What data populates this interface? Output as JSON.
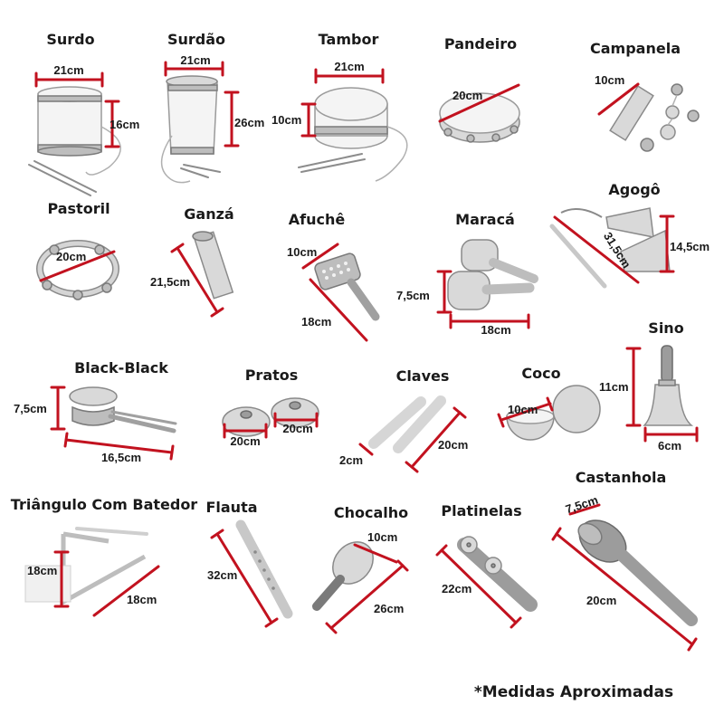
{
  "items": [
    {
      "name": "Surdo",
      "dims": [
        "21cm",
        "16cm"
      ]
    },
    {
      "name": "Surdão",
      "dims": [
        "21cm",
        "26cm"
      ]
    },
    {
      "name": "Tambor",
      "dims": [
        "21cm",
        "10cm"
      ]
    },
    {
      "name": "Pandeiro",
      "dims": [
        "20cm"
      ]
    },
    {
      "name": "Campanela",
      "dims": [
        "10cm"
      ]
    },
    {
      "name": "Pastoril",
      "dims": [
        "20cm"
      ]
    },
    {
      "name": "Ganzá",
      "dims": [
        "21,5cm"
      ]
    },
    {
      "name": "Afuchê",
      "dims": [
        "10cm",
        "18cm"
      ]
    },
    {
      "name": "Maracá",
      "dims": [
        "7,5cm",
        "18cm"
      ]
    },
    {
      "name": "Agogô",
      "dims": [
        "31,5cm",
        "14,5cm"
      ]
    },
    {
      "name": "Black-Black",
      "dims": [
        "7,5cm",
        "16,5cm"
      ]
    },
    {
      "name": "Pratos",
      "dims": [
        "20cm",
        "20cm"
      ]
    },
    {
      "name": "Claves",
      "dims": [
        "2cm",
        "20cm"
      ]
    },
    {
      "name": "Coco",
      "dims": [
        "10cm"
      ]
    },
    {
      "name": "Sino",
      "dims": [
        "11cm",
        "6cm"
      ]
    },
    {
      "name": "Triângulo Com Batedor",
      "dims": [
        "18cm",
        "18cm"
      ]
    },
    {
      "name": "Flauta",
      "dims": [
        "32cm"
      ]
    },
    {
      "name": "Chocalho",
      "dims": [
        "10cm",
        "26cm"
      ]
    },
    {
      "name": "Platinelas",
      "dims": [
        "22cm"
      ]
    },
    {
      "name": "Castanhola",
      "dims": [
        "7,5cm",
        "20cm"
      ]
    }
  ],
  "footnote": "*Medidas Aproximadas"
}
